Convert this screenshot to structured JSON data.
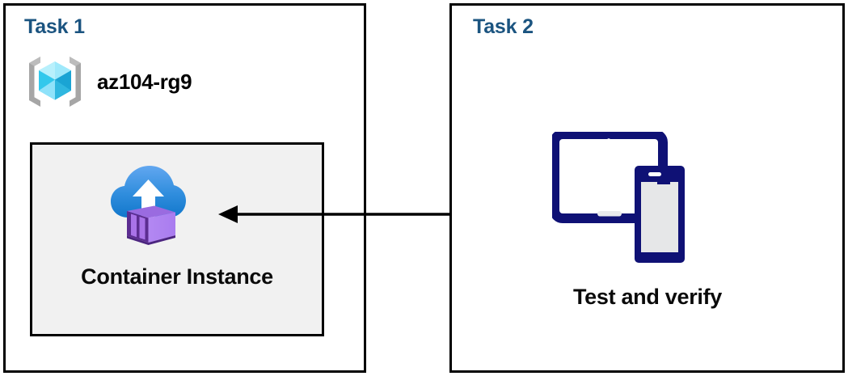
{
  "diagram": {
    "title": "Azure Container Instance task flow",
    "colors": {
      "task_label": "#1b5480",
      "panel_border": "#000000",
      "resource_box_fill": "#f1f1f1",
      "arrow": "#000000",
      "device_navy": "#0f1175",
      "cloud_blue_light": "#5ea0ed",
      "cloud_blue_dark": "#1478ce",
      "container_purple_light": "#b07ef0",
      "container_purple_dark": "#5c2d91",
      "rg_bracket_gray": "#a3a3a3",
      "rg_cube_cyan": "#40e0f5"
    }
  },
  "panels": [
    {
      "id": "task1",
      "label": "Task 1",
      "resource_group": {
        "name": "az104-rg9",
        "icon": "resource-group-icon"
      },
      "resource": {
        "label": "Container Instance",
        "icon": "container-instance-icon"
      }
    },
    {
      "id": "task2",
      "label": "Task 2",
      "resource": {
        "label": "Test and verify",
        "icon": "devices-tablet-phone-icon"
      }
    }
  ],
  "connector": {
    "name": "flow-arrow",
    "direction": "right-to-left",
    "from": "Test and verify",
    "to": "Container Instance"
  }
}
